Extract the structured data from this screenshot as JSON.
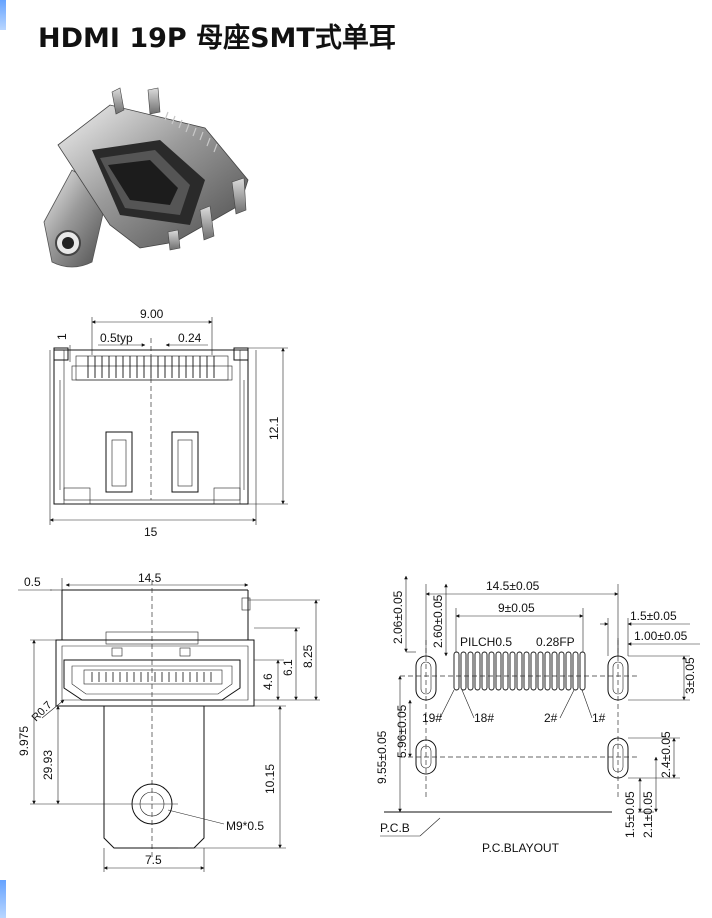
{
  "title": "HDMI 19P 母座SMT式单耳",
  "colors": {
    "accent_edge": "#66a3ff",
    "line": "#111111",
    "metal_dark": "#3a3a3a",
    "metal_light": "#d8d8d8"
  },
  "top_view": {
    "width_9": "9.00",
    "pitch": "0.5typ",
    "pin_width": "0.24",
    "offset_1": "1",
    "height_12_1": "12.1",
    "width_15": "15"
  },
  "front_view": {
    "offset_05": "0.5",
    "width_14_5": "14.5",
    "radius": "R0.7",
    "h_4_6": "4.6",
    "h_6_1": "6.1",
    "h_8_25": "8.25",
    "h_9_975": "9.975",
    "h_29_93": "29.93",
    "h_10_15": "10.15",
    "screw": "M9*0.5",
    "width_7_5": "7.5"
  },
  "layout": {
    "w_14_5": "14.5±0.05",
    "w_9": "9±0.05",
    "pitch_label": "PILCH0.5",
    "fp_label": "0.28FP",
    "d_1_5": "1.5±0.05",
    "d_1_00": "1.00±0.05",
    "v_2_06": "2.06±0.05",
    "v_2_60": "2.60±0.05",
    "v_3": "3±0.05",
    "v_5_96": "5.96±0.05",
    "v_9_55": "9.55±0.05",
    "v_2_4": "2.4±0.05",
    "v_1_5": "1.5±0.05",
    "v_2_1": "2.1±0.05",
    "pin_19": "19#",
    "pin_18": "18#",
    "pin_2": "2#",
    "pin_1": "1#",
    "pcb": "P.C.B",
    "pcb_layout": "P.C.BLAYOUT"
  }
}
